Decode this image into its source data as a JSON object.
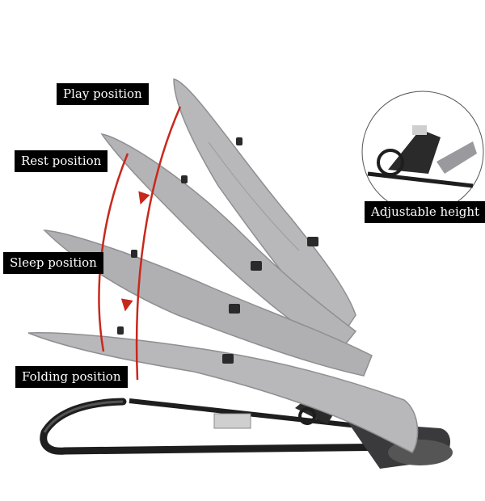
{
  "labels": {
    "play": "Play position",
    "rest": "Rest position",
    "sleep": "Sleep position",
    "folding": "Folding position",
    "height": "Adjustable height"
  },
  "colors": {
    "fabric": "#b4b4b6",
    "fabric_shadow": "#8f8f93",
    "frame": "#1e1e1e",
    "arc": "#c8281c",
    "label_bg": "#000000",
    "label_text": "#ffffff"
  }
}
